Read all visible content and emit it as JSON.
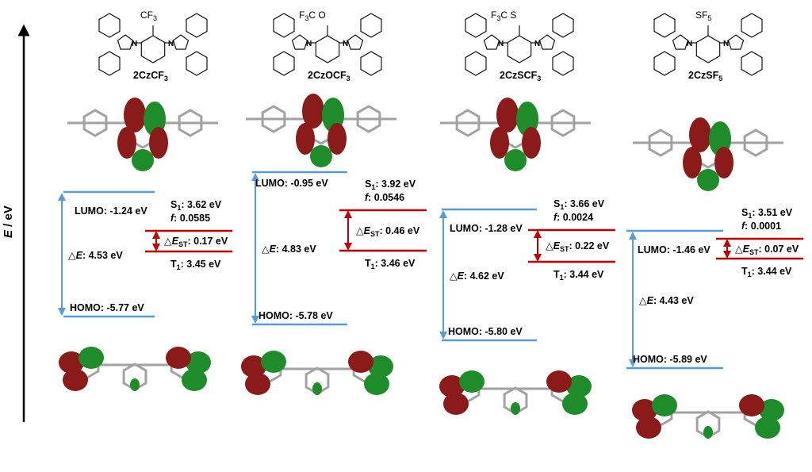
{
  "axis": {
    "prefix": "E",
    "suffix": " / eV"
  },
  "delta_symbol": "△",
  "panels": [
    {
      "id": "cf3",
      "molecule": {
        "name_base": "2CzCF",
        "name_sub": "3",
        "substituent_base": "CF",
        "substituent_sub": "3",
        "linker": ""
      },
      "lumo": {
        "label": "LUMO: -1.24 eV"
      },
      "homo": {
        "label": "HOMO: -5.77 eV"
      },
      "gap": {
        "label": ": 4.53 eV"
      },
      "s1": {
        "label": ": 3.62 eV",
        "state": "S",
        "state_sub": "1"
      },
      "f": {
        "label": ": 0.0585"
      },
      "dest": {
        "label": ": 0.17 eV"
      },
      "t1": {
        "label": ": 3.45 eV",
        "state": "T",
        "state_sub": "1"
      }
    },
    {
      "id": "ocf3",
      "molecule": {
        "name_base": "2CzOCF",
        "name_sub": "3",
        "substituent_base": "F",
        "substituent_sub": "3",
        "linker": "O"
      },
      "lumo": {
        "label": "LUMO: -0.95 eV"
      },
      "homo": {
        "label": "HOMO: -5.78 eV"
      },
      "gap": {
        "label": ": 4.83 eV"
      },
      "s1": {
        "label": ": 3.92 eV",
        "state": "S",
        "state_sub": "1"
      },
      "f": {
        "label": ": 0.0546"
      },
      "dest": {
        "label": ": 0.46 eV"
      },
      "t1": {
        "label": ": 3.46 eV",
        "state": "T",
        "state_sub": "1"
      }
    },
    {
      "id": "scf3",
      "molecule": {
        "name_base": "2CzSCF",
        "name_sub": "3",
        "substituent_base": "F",
        "substituent_sub": "3",
        "linker": "S"
      },
      "lumo": {
        "label": "LUMO: -1.28 eV"
      },
      "homo": {
        "label": "HOMO: -5.80 eV"
      },
      "gap": {
        "label": ": 4.62 eV"
      },
      "s1": {
        "label": ": 3.66 eV",
        "state": "S",
        "state_sub": "1"
      },
      "f": {
        "label": ": 0.0024"
      },
      "dest": {
        "label": ": 0.22 eV"
      },
      "t1": {
        "label": ": 3.44 eV",
        "state": "T",
        "state_sub": "1"
      }
    },
    {
      "id": "sf5",
      "molecule": {
        "name_base": "2CzSF",
        "name_sub": "5",
        "substituent_base": "SF",
        "substituent_sub": "5",
        "linker": ""
      },
      "lumo": {
        "label": "LUMO: -1.46 eV"
      },
      "homo": {
        "label": "HOMO: -5.89 eV"
      },
      "gap": {
        "label": ": 4.43 eV"
      },
      "s1": {
        "label": ": 3.51 eV",
        "state": "S",
        "state_sub": "1"
      },
      "f": {
        "label": ": 0.0001"
      },
      "dest": {
        "label": ": 0.07 eV"
      },
      "t1": {
        "label": ": 3.44 eV",
        "state": "T",
        "state_sub": "1"
      }
    }
  ],
  "colors": {
    "orbital_level": "#5b9bd5",
    "excited_level": "#c00000",
    "lobe_red": "#8b1a1a",
    "lobe_green": "#1e8c2a",
    "frame_gray": "#8c8c8c"
  }
}
